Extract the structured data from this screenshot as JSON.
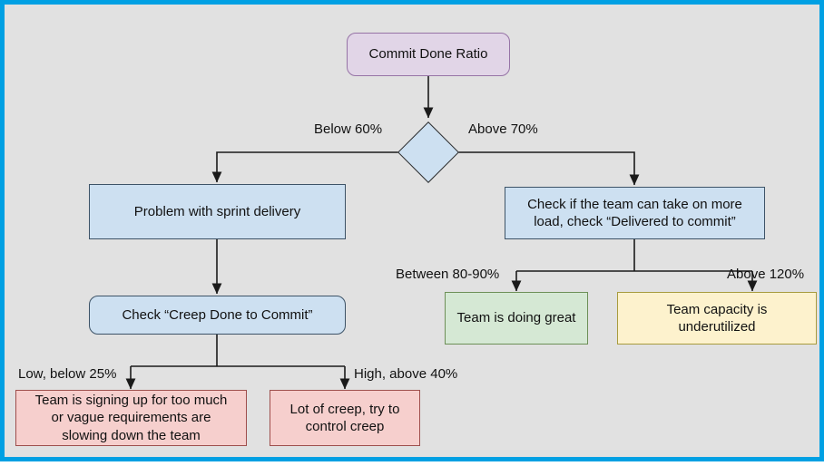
{
  "diagram": {
    "title": "Commit Done Ratio decision flow",
    "canvas": {
      "background": "#e1e1e1",
      "border_color": "#00a0e3"
    },
    "nodes": {
      "root": {
        "label": "Commit Done Ratio",
        "shape": "rounded-rect",
        "fill": "#e1d5e7",
        "stroke": "#9673a6"
      },
      "decision": {
        "label": "",
        "shape": "diamond",
        "fill": "#cde0f1",
        "stroke": "#2b2b2b"
      },
      "problem_sprint": {
        "label": "Problem with sprint delivery",
        "shape": "rect",
        "fill": "#cde0f1",
        "stroke": "#3d5367"
      },
      "check_more_load_l1": {
        "label": "Check if the team can take on more",
        "shape": "rect",
        "fill": "#cde0f1",
        "stroke": "#3d5367"
      },
      "check_more_load_l2": {
        "label": "load, check “Delivered to commit”"
      },
      "check_creep": {
        "label": "Check “Creep Done to Commit”",
        "shape": "rounded-rect",
        "fill": "#cde0f1",
        "stroke": "#3d5367"
      },
      "team_great": {
        "label": "Team is doing great",
        "shape": "rect",
        "fill": "#d5e8d4",
        "stroke": "#6d8f57"
      },
      "capacity_under_l1": {
        "label": "Team capacity is",
        "shape": "rect",
        "fill": "#fdf2cd",
        "stroke": "#a79b3e"
      },
      "capacity_under_l2": {
        "label": "underutilized"
      },
      "signing_too_much_l1": {
        "label": "Team is signing up for too much",
        "shape": "rect",
        "fill": "#f6cfcd",
        "stroke": "#9e4f4d"
      },
      "signing_too_much_l2": {
        "label": "or vague requirements are"
      },
      "signing_too_much_l3": {
        "label": "slowing down the team"
      },
      "lot_of_creep_l1": {
        "label": "Lot of creep, try to",
        "shape": "rect",
        "fill": "#f6cfcd",
        "stroke": "#9e4f4d"
      },
      "lot_of_creep_l2": {
        "label": "control creep"
      }
    },
    "edge_labels": {
      "below_60": "Below 60%",
      "above_70": "Above 70%",
      "between_80_90": "Between 80-90%",
      "above_120": "Above 120%",
      "low_below_25": "Low, below 25%",
      "high_above_40": "High, above 40%"
    }
  }
}
